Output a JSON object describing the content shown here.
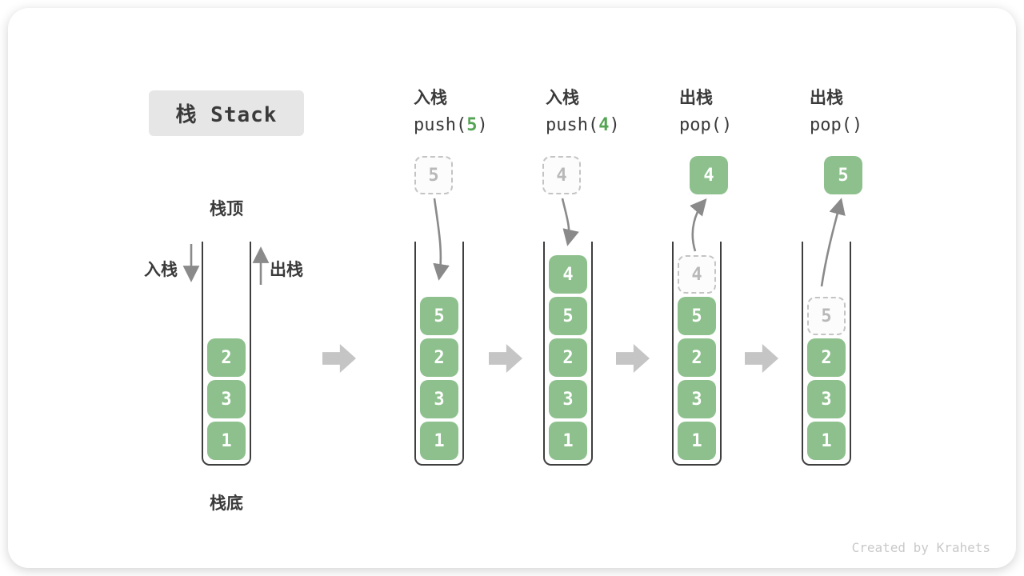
{
  "title": "栈 Stack",
  "watermark": "Created by Krahets",
  "stack_labels": {
    "top": "栈顶",
    "bottom": "栈底",
    "push_side": "入栈",
    "pop_side": "出栈"
  },
  "operations": [
    {
      "name": "入栈",
      "code_before": "push(",
      "arg": "5",
      "code_after": ")"
    },
    {
      "name": "入栈",
      "code_before": "push(",
      "arg": "4",
      "code_after": ")"
    },
    {
      "name": "出栈",
      "code_before": "pop(",
      "arg": "",
      "code_after": ")"
    },
    {
      "name": "出栈",
      "code_before": "pop(",
      "arg": "",
      "code_after": ")"
    }
  ],
  "colors": {
    "block_green": "#8dc08d",
    "accent_green": "#55a455",
    "ghost_gray": "#c4c4c4",
    "arrow_gray": "#8a8a8a",
    "flow_arrow_gray": "#c5c5c5"
  },
  "stacks": [
    {
      "blocks": [
        {
          "value": "2"
        },
        {
          "value": "3"
        },
        {
          "value": "1"
        }
      ]
    },
    {
      "floating": {
        "value": "5",
        "style": "ghost"
      },
      "blocks": [
        {
          "value": "5"
        },
        {
          "value": "2"
        },
        {
          "value": "3"
        },
        {
          "value": "1"
        }
      ]
    },
    {
      "floating": {
        "value": "4",
        "style": "ghost"
      },
      "blocks": [
        {
          "value": "4"
        },
        {
          "value": "5"
        },
        {
          "value": "2"
        },
        {
          "value": "3"
        },
        {
          "value": "1"
        }
      ]
    },
    {
      "floating": {
        "value": "4",
        "style": "solid"
      },
      "blocks": [
        {
          "value": "4",
          "style": "ghost"
        },
        {
          "value": "5"
        },
        {
          "value": "2"
        },
        {
          "value": "3"
        },
        {
          "value": "1"
        }
      ]
    },
    {
      "floating": {
        "value": "5",
        "style": "solid"
      },
      "blocks": [
        {
          "value": "5",
          "style": "ghost"
        },
        {
          "value": "2"
        },
        {
          "value": "3"
        },
        {
          "value": "1"
        }
      ]
    }
  ]
}
